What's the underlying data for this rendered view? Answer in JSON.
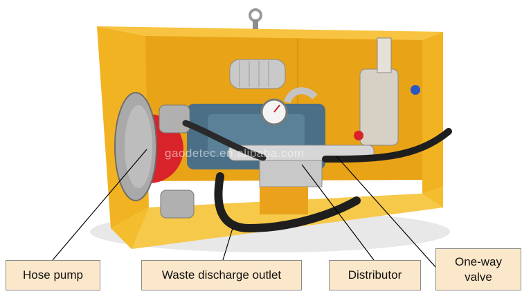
{
  "labels": {
    "hose_pump": "Hose pump",
    "waste_outlet": "Waste discharge outlet",
    "distributor": "Distributor",
    "one_way_valve": "One-way valve"
  },
  "watermark": "gaodetec.en.alibaba.com",
  "colors": {
    "frame": "#f2b322",
    "pump_red": "#d8232a",
    "motor_blue": "#4a6f86",
    "callout_fill": "#fbe7c9"
  }
}
